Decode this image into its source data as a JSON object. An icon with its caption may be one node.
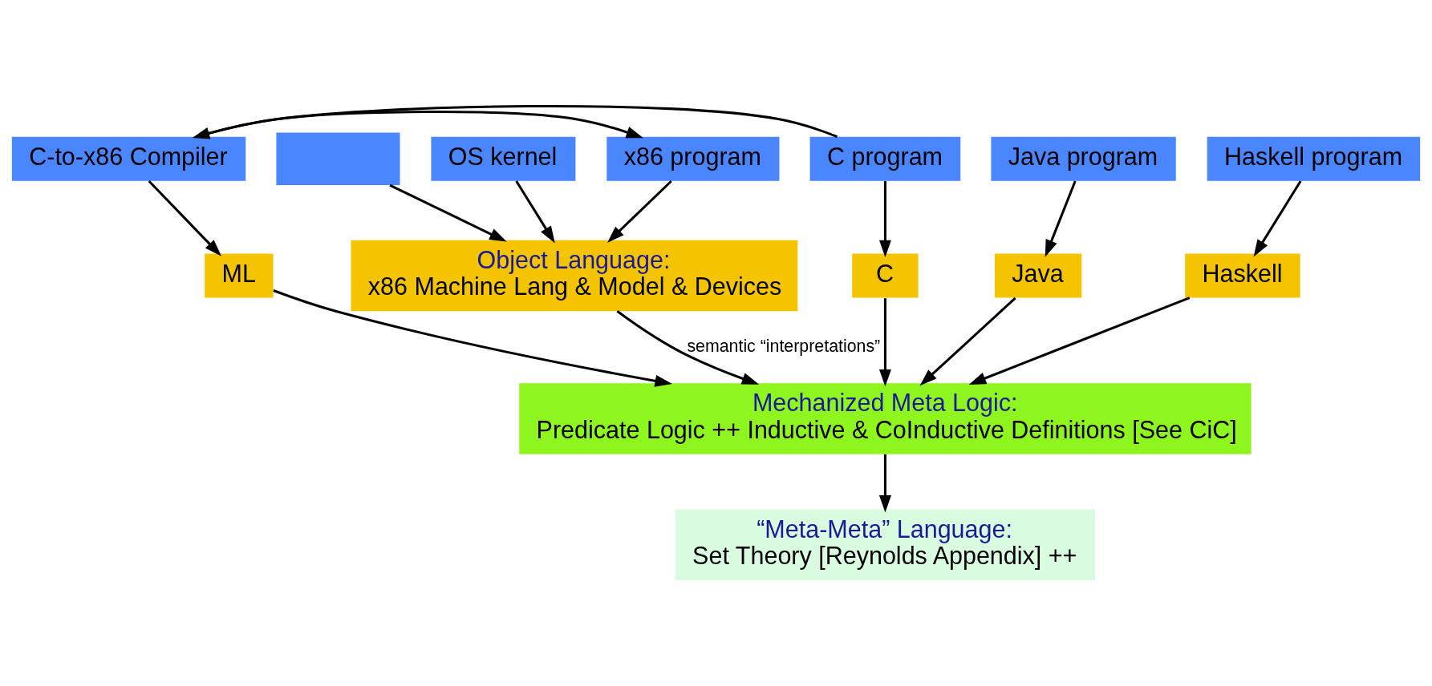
{
  "diagram": {
    "nodes": [
      {
        "text": [],
        "shape": "box"
      },
      {
        "text": [
          "OS kernel"
        ]
      },
      {
        "text": [
          "x86 program"
        ]
      },
      {
        "text": [
          "C-to-x86 Compiler"
        ]
      },
      {
        "text": [
          "C program"
        ]
      },
      {
        "text": [
          "Java program"
        ]
      },
      {
        "text": [
          "Haskell program"
        ]
      },
      {
        "text": [
          "Object Language:",
          "x86 Machine Lang & Model & Devices"
        ]
      },
      {
        "text": [
          "ML"
        ]
      },
      {
        "text": [
          "C"
        ]
      },
      {
        "text": [
          "Java"
        ]
      },
      {
        "text": [
          "Haskell"
        ]
      },
      {
        "text": [
          "Mechanized Meta Logic:",
          "Predicate Logic ++ Inductive & CoInductive Definitions [See CiC]"
        ]
      },
      {
        "text": [
          "“Meta-Meta” Language:",
          "Set Theory [Reynolds Appendix] ++"
        ]
      }
    ],
    "edges": [
      {
        "from": 0,
        "to": 7,
        "arrow": "to"
      },
      {
        "from": 1,
        "to": 7,
        "arrow": "to"
      },
      {
        "from": 2,
        "to": 7,
        "arrow": "to"
      },
      {
        "from": 3,
        "to": 2,
        "arrow": "to"
      },
      {
        "from": 4,
        "to": 3,
        "arrow": "to"
      },
      {
        "from": 3,
        "to": 8,
        "arrow": "to"
      },
      {
        "from": 4,
        "to": 9,
        "arrow": "to"
      },
      {
        "from": 5,
        "to": 10,
        "arrow": "to"
      },
      {
        "from": 6,
        "to": 11,
        "arrow": "to"
      },
      {
        "from": 7,
        "to": 12,
        "arrow": "to",
        "label": "semantic “interpretations”"
      },
      {
        "from": 8,
        "to": 12,
        "arrow": "to"
      },
      {
        "from": 9,
        "to": 12,
        "arrow": "to"
      },
      {
        "from": 10,
        "to": 12,
        "arrow": "to"
      },
      {
        "from": 11,
        "to": 12,
        "arrow": "to"
      },
      {
        "from": 12,
        "to": 13,
        "arrow": "to"
      }
    ]
  }
}
